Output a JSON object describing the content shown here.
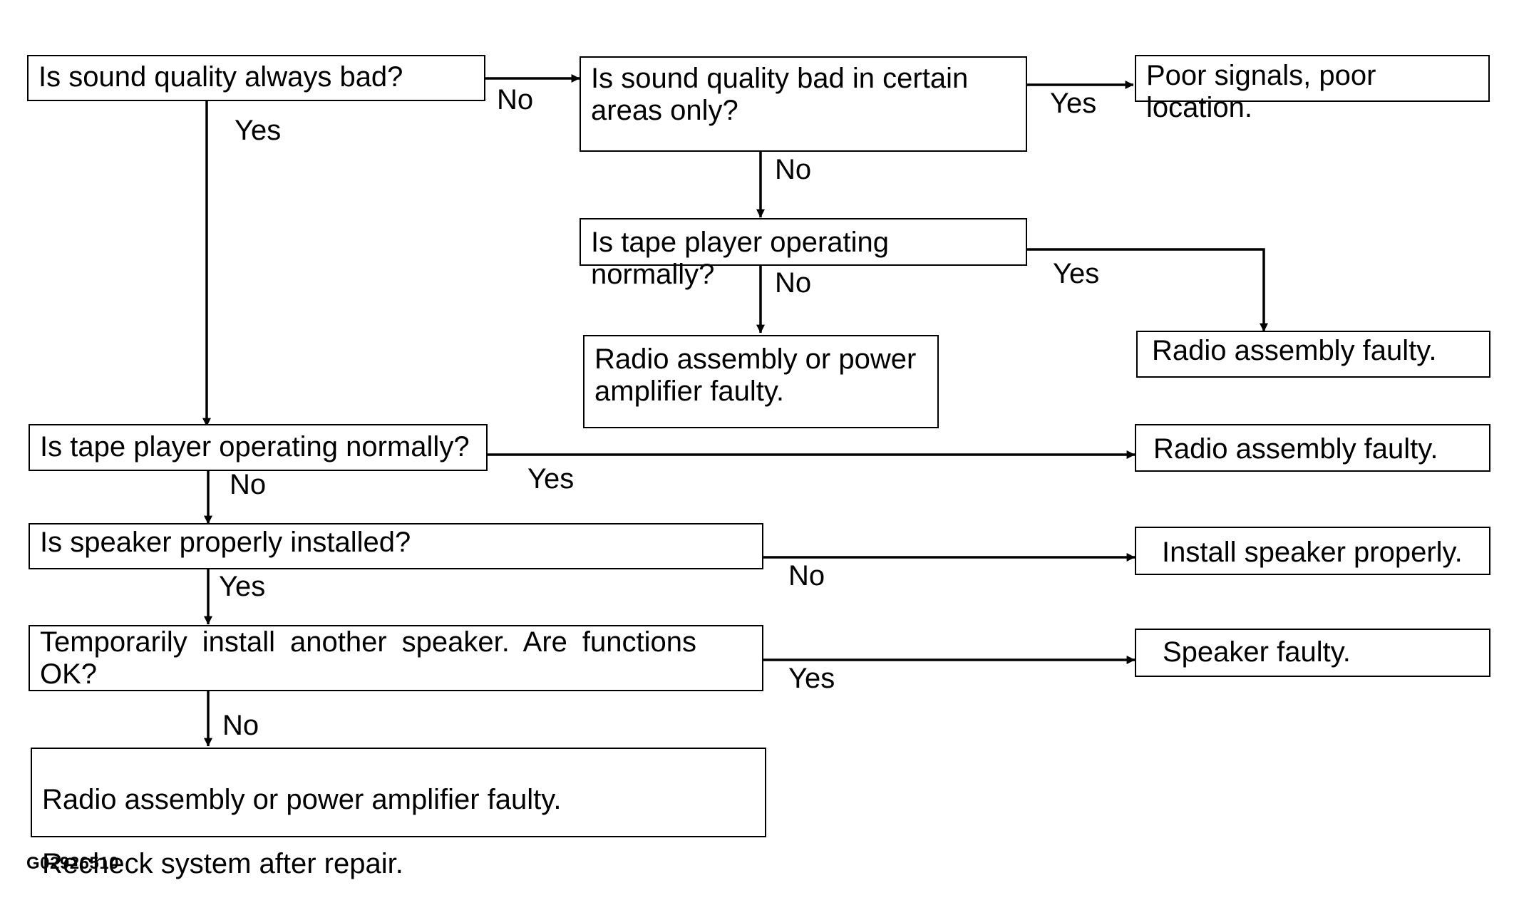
{
  "nodes": {
    "q_always_bad": "Is sound quality always bad?",
    "q_certain_areas": "Is sound quality bad in certain areas only?",
    "r_poor_signals": "Poor signals, poor location.",
    "q_tape_upper": "Is tape player operating normally?",
    "r_radio_or_amp_upper": "Radio assembly or power amplifier faulty.",
    "r_radio_faulty_upper": "Radio assembly faulty.",
    "q_tape_lower": "Is tape player operating normally?",
    "r_radio_faulty_lower": "Radio assembly faulty.",
    "q_speaker_installed": "Is speaker properly installed?",
    "r_install_speaker": "Install speaker properly.",
    "q_temp_speaker": "Temporarily install another speaker. Are functions OK?",
    "r_speaker_faulty": "Speaker faulty.",
    "r_radio_or_amp_lower_line1": "Radio assembly or power amplifier faulty.",
    "r_radio_or_amp_lower_line2": "Recheck system after repair."
  },
  "edge_labels": {
    "always_bad_no": "No",
    "always_bad_yes": "Yes",
    "certain_areas_yes": "Yes",
    "certain_areas_no": "No",
    "tape_upper_no": "No",
    "tape_upper_yes": "Yes",
    "tape_lower_yes": "Yes",
    "tape_lower_no": "No",
    "speaker_installed_no": "No",
    "speaker_installed_yes": "Yes",
    "temp_speaker_yes": "Yes",
    "temp_speaker_no": "No"
  },
  "figure_id": "G02926510"
}
